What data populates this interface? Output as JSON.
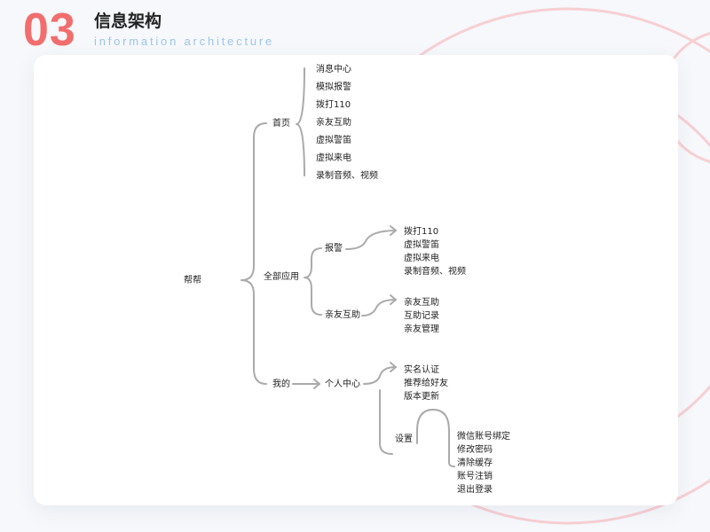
{
  "header": {
    "number": "03",
    "title": "信息架构",
    "subtitle": "information architecture"
  },
  "colors": {
    "accent": "#f26d6d",
    "subtitle": "#9cc4ec",
    "connector": "#aaaaaa",
    "ring": "#f7cfd3"
  },
  "tree": {
    "root": "帮帮",
    "home": {
      "label": "首页",
      "children": [
        "消息中心",
        "模拟报警",
        "拨打110",
        "亲友互助",
        "虚拟警笛",
        "虚拟来电",
        "录制音频、视频"
      ]
    },
    "all_apps": {
      "label": "全部应用",
      "alarm": {
        "label": "报警",
        "children": [
          "拨打110",
          "虚拟警笛",
          "虚拟来电",
          "录制音频、视频"
        ]
      },
      "mutual_help": {
        "label": "亲友互助",
        "children": [
          "亲友互助",
          "互助记录",
          "亲友管理"
        ]
      }
    },
    "mine": {
      "label": "我的",
      "profile": {
        "label": "个人中心",
        "children": [
          "实名认证",
          "推荐给好友",
          "版本更新"
        ]
      },
      "settings": {
        "label": "设置",
        "children": [
          "微信账号绑定",
          "修改密码",
          "清除缓存",
          "账号注销",
          "退出登录"
        ]
      }
    }
  }
}
